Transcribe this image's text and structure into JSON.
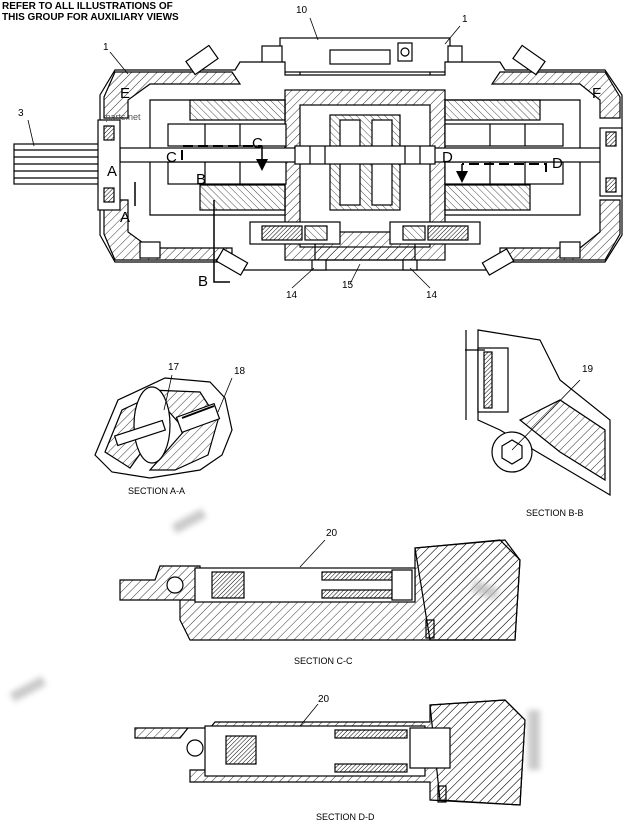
{
  "note": {
    "line1": "REFER TO ALL ILLUSTRATIONS OF",
    "line2": "THIS GROUP FOR AUXILIARY VIEWS"
  },
  "watermark": "...parts.net",
  "callouts": {
    "c10": "10",
    "c1a": "1",
    "c1b": "1",
    "c3": "3",
    "c14a": "14",
    "c15": "15",
    "c14b": "14",
    "c17": "17",
    "c18": "18",
    "c19": "19",
    "c20a": "20",
    "c20b": "20"
  },
  "letters": {
    "E": "E",
    "F": "F",
    "A1": "A",
    "A2": "A",
    "B1": "B",
    "B2": "B",
    "C1": "C",
    "C2": "C",
    "D1": "D",
    "D2": "D"
  },
  "sections": {
    "aa": "SECTION A-A",
    "bb": "SECTION B-B",
    "cc": "SECTION C-C",
    "dd": "SECTION D-D"
  }
}
